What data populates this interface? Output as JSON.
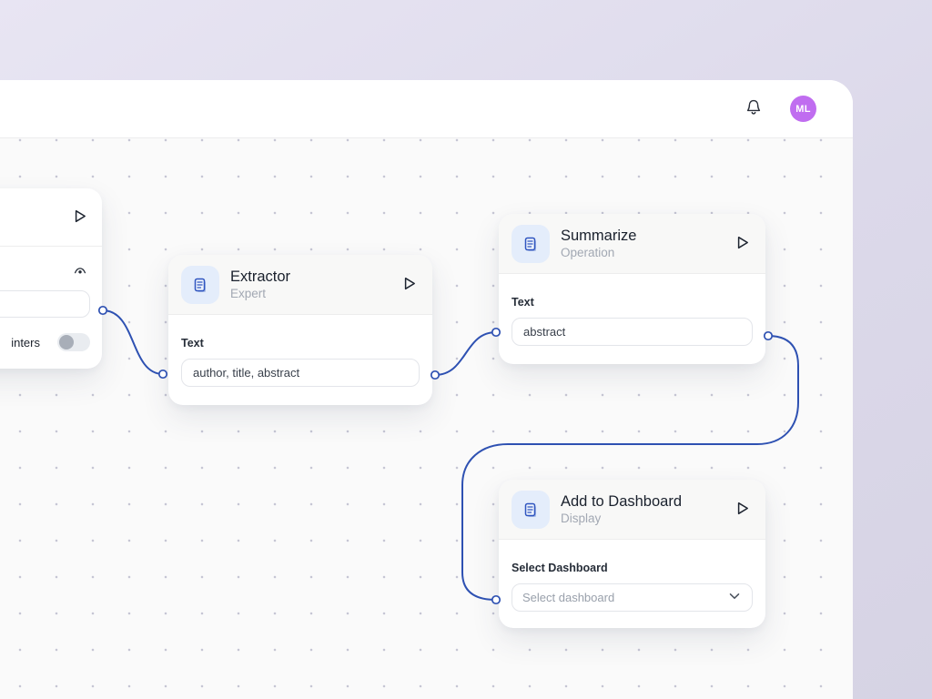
{
  "app": {
    "avatar_initials": "ML"
  },
  "nodes": {
    "partial": {
      "toggle_label": "inters"
    },
    "extractor": {
      "title": "Extractor",
      "subtitle": "Expert",
      "field_label": "Text",
      "field_value": "author, title, abstract"
    },
    "summarize": {
      "title": "Summarize",
      "subtitle": "Operation",
      "field_label": "Text",
      "field_value": "abstract"
    },
    "add_to_dashboard": {
      "title": "Add to Dashboard",
      "subtitle": "Display",
      "field_label": "Select Dashboard",
      "dropdown_placeholder": "Select dashboard"
    }
  },
  "icons": {
    "bell": "bell-icon",
    "play": "play-icon",
    "document": "document-icon",
    "eye": "eye-icon",
    "chevron_down": "chevron-down-icon"
  },
  "colors": {
    "background_lavender": "#dcd9ea",
    "canvas_background": "#fafafa",
    "connection_blue": "#2e51b2",
    "icon_blue": "#2f55c0",
    "icon_background_blue": "#e4edfb",
    "avatar_purple": "#c06df0",
    "header_gray": "#f8f8f7"
  }
}
